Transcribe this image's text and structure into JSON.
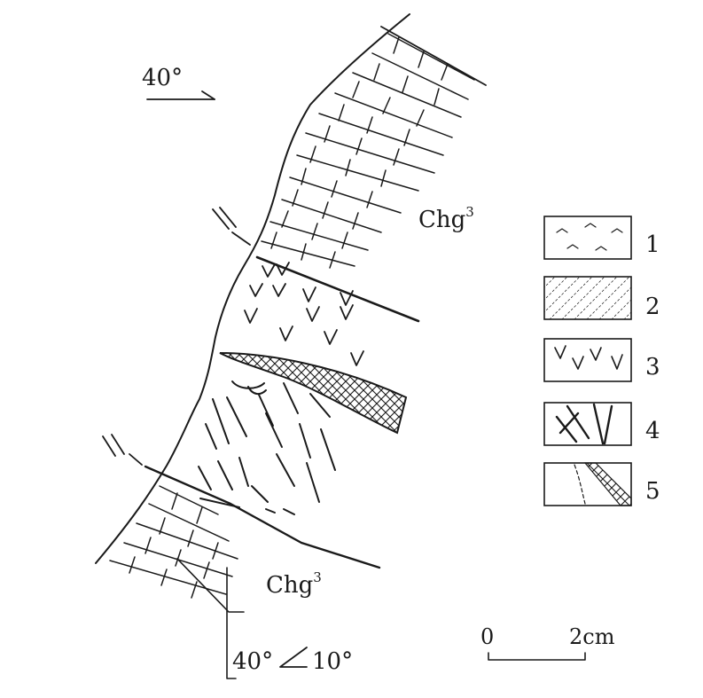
{
  "orientation": {
    "azimuth": "40°"
  },
  "map_labels": {
    "upper_unit": "Chg",
    "upper_sup": "3",
    "lower_unit": "Chg",
    "lower_sup": "3"
  },
  "attitude": {
    "dip_direction": "40°",
    "dip_angle": "10°"
  },
  "legend": [
    {
      "id": "1",
      "label": "1",
      "pattern": "dolomite"
    },
    {
      "id": "2",
      "label": "2",
      "pattern": "limestone"
    },
    {
      "id": "3",
      "label": "3",
      "pattern": "volcanic"
    },
    {
      "id": "4",
      "label": "4",
      "pattern": "fractured"
    },
    {
      "id": "5",
      "label": "5",
      "pattern": "orebody"
    }
  ],
  "scale": {
    "zero": "0",
    "length": "2cm"
  }
}
